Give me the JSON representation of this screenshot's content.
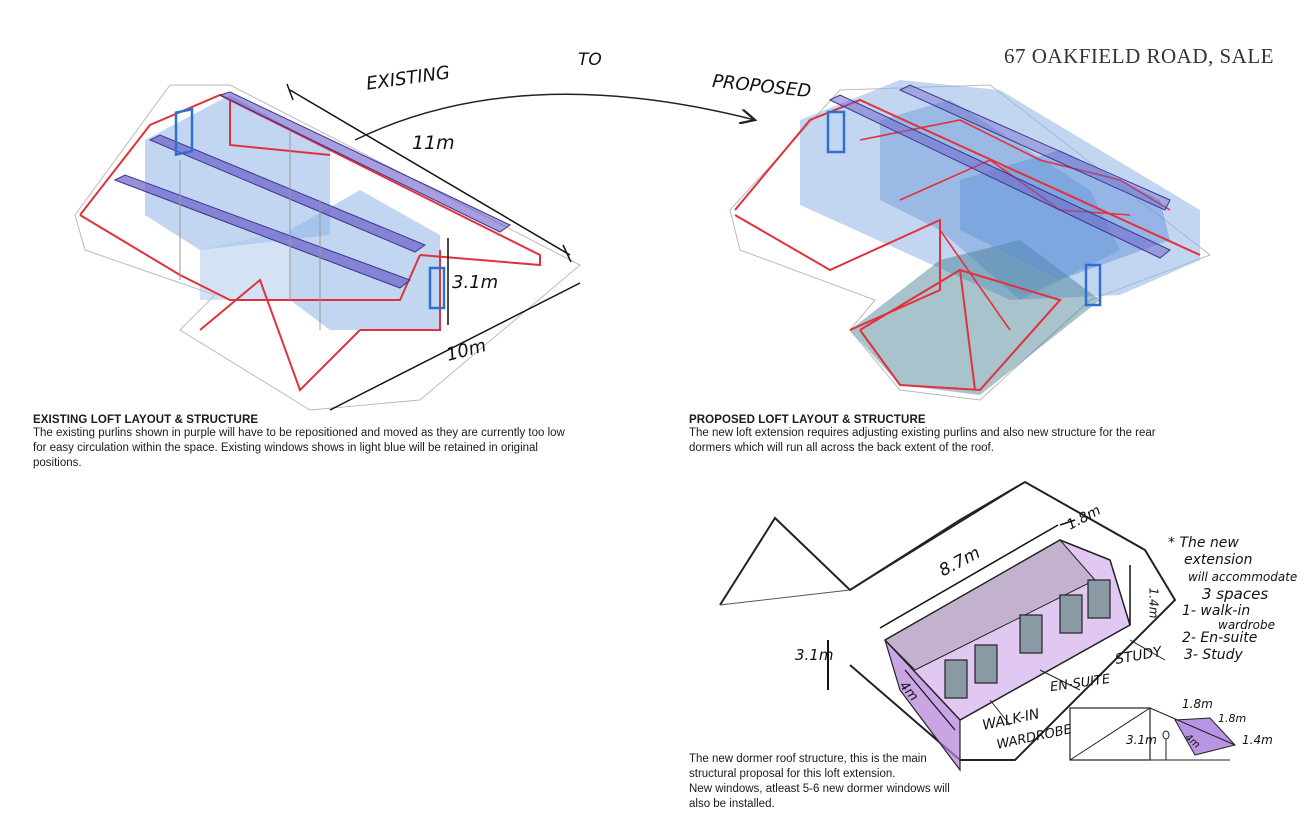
{
  "header": {
    "title": "67 OAKFIELD ROAD, SALE"
  },
  "transition": {
    "from": "EXISTING",
    "to_word": "TO",
    "to": "PROPOSED"
  },
  "existing": {
    "heading": "EXISTING LOFT LAYOUT & STRUCTURE",
    "body": "The existing purlins shown in purple will have to be repositioned and moved as they are currently too low for easy circulation within the space. Existing windows shows in light blue will be retained in original positions.",
    "dim_length": "11m",
    "dim_width": "10m",
    "dim_height": "3.1m"
  },
  "proposed": {
    "heading": "PROPOSED LOFT LAYOUT & STRUCTURE",
    "body": "The new loft extension requires adjusting existing purlins and also new structure for the rear dormers which will run all across the back extent of the roof."
  },
  "dormer": {
    "caption_line1": "The new dormer roof structure, this is the main",
    "caption_line2": "structural proposal for this loft extension.",
    "caption_line3": "New windows, atleast 5-6 new dormer windows will",
    "caption_line4": "also be installed.",
    "dim_length": "8.7m",
    "dim_depth": "1.8m",
    "dim_height_small": "1.4m",
    "dim_height": "3.1m",
    "dim_side": "4m",
    "label_study": "STUDY",
    "label_ensuite": "EN-SUITE",
    "label_wardrobe_1": "WALK-IN",
    "label_wardrobe_2": "WARDROBE",
    "section_top": "1.8m",
    "section_right": "1.8m",
    "section_height": "3.1m",
    "section_side": "4m",
    "section_small": "1.4m"
  },
  "note": {
    "l1": "* The new",
    "l2": "extension",
    "l3": "will accommodate",
    "l4": "3 spaces",
    "l5": "1- walk-in",
    "l6": "wardrobe",
    "l7": "2- En-suite",
    "l8": "3- Study"
  },
  "colors": {
    "purlin": "#6b5fc7",
    "window": "#2f6fd0",
    "wall": "#e0323c",
    "glass": "#8fb4e6",
    "dormer": "#c79be8"
  }
}
